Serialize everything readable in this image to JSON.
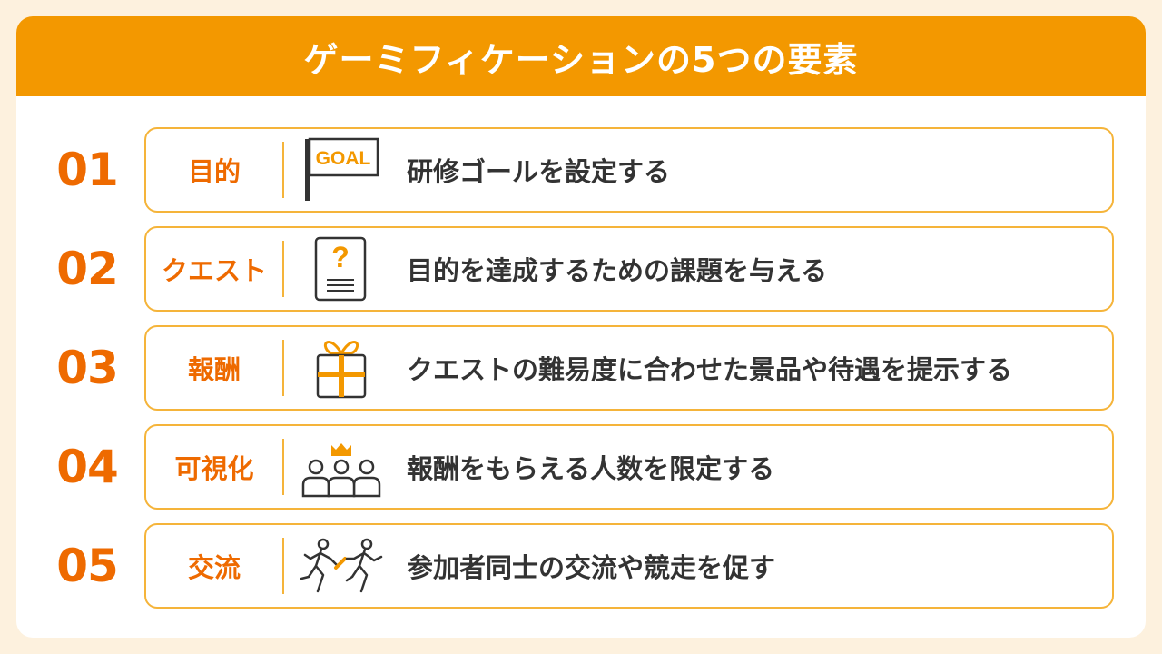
{
  "title": "ゲーミフィケーションの5つの要素",
  "colors": {
    "accent": "#f39800",
    "number": "#ee6a00",
    "border": "#f5b43a",
    "text": "#333333",
    "background": "#fdf1de"
  },
  "items": [
    {
      "number": "01",
      "label": "目的",
      "icon": "goal-flag-icon",
      "icon_text": "GOAL",
      "description": "研修ゴールを設定する"
    },
    {
      "number": "02",
      "label": "クエスト",
      "icon": "question-card-icon",
      "icon_text": "?",
      "description": "目的を達成するための課題を与える"
    },
    {
      "number": "03",
      "label": "報酬",
      "icon": "gift-box-icon",
      "description": "クエストの難易度に合わせた景品や待遇を提示する"
    },
    {
      "number": "04",
      "label": "可視化",
      "icon": "crowned-people-icon",
      "description": "報酬をもらえる人数を限定する"
    },
    {
      "number": "05",
      "label": "交流",
      "icon": "relay-runners-icon",
      "description": "参加者同士の交流や競走を促す"
    }
  ]
}
